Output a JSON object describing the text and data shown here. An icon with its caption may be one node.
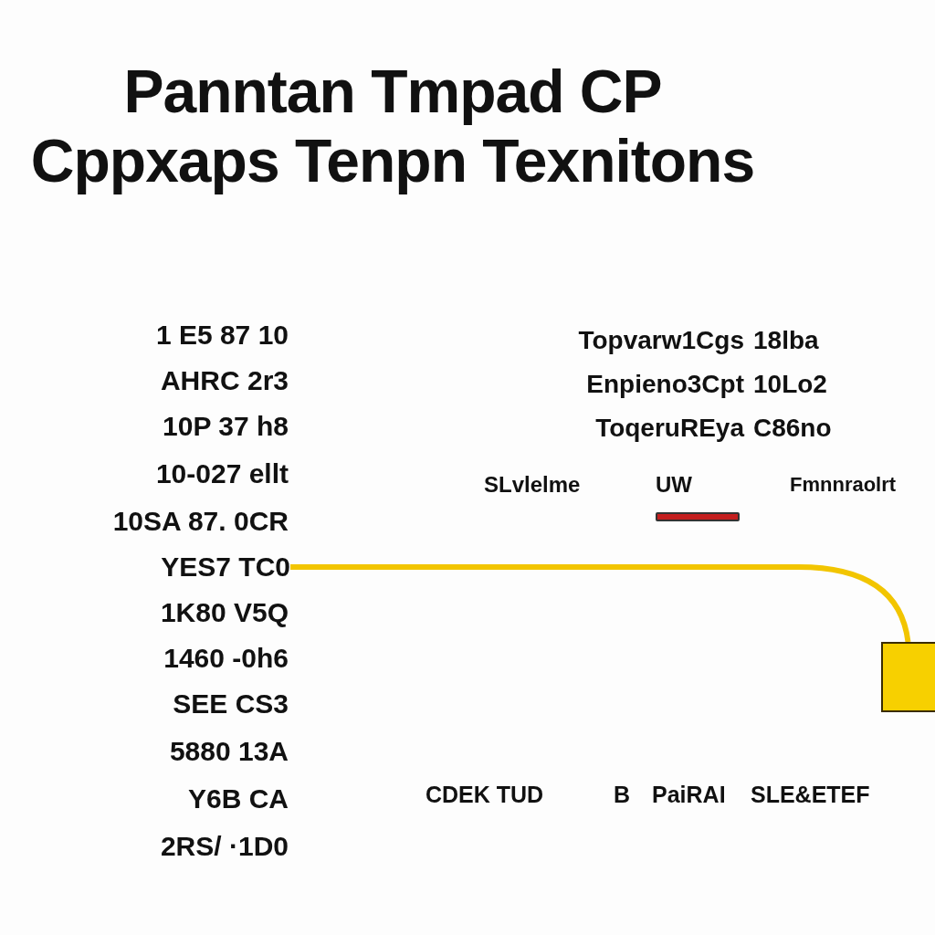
{
  "diagram": {
    "title": "Panntan Tmpad CP Cppxaps Tenpn Texnitons",
    "nodes": [
      {
        "text": [
          "YES7 TC0"
        ]
      },
      {
        "text": [],
        "shape": "box"
      }
    ],
    "edges": [
      {
        "from": 0,
        "to": 1,
        "arrow": "none"
      }
    ],
    "labels": [
      "1 E5 87 10",
      "AHRC 2r3",
      "10P 37 h8",
      "10-027 ellt",
      "10SA 87. 0CR",
      "1K80 V5Q",
      "1460 -0h6",
      "SEE CS3",
      "5880 13A",
      "Y6B CA",
      "2RS/ ·1D0",
      "Topvarw1Cgs",
      "18lba",
      "Enpieno3Cpt",
      "10Lo2",
      "ToqeruREya",
      "C86no",
      "SLvlelme",
      "Fmnnraolrt",
      "CDEK TUD",
      "B",
      "PaiRAI",
      "SLE&ETEF"
    ],
    "legend": [
      {
        "text": "UW",
        "color": "#c41e1e"
      }
    ]
  }
}
